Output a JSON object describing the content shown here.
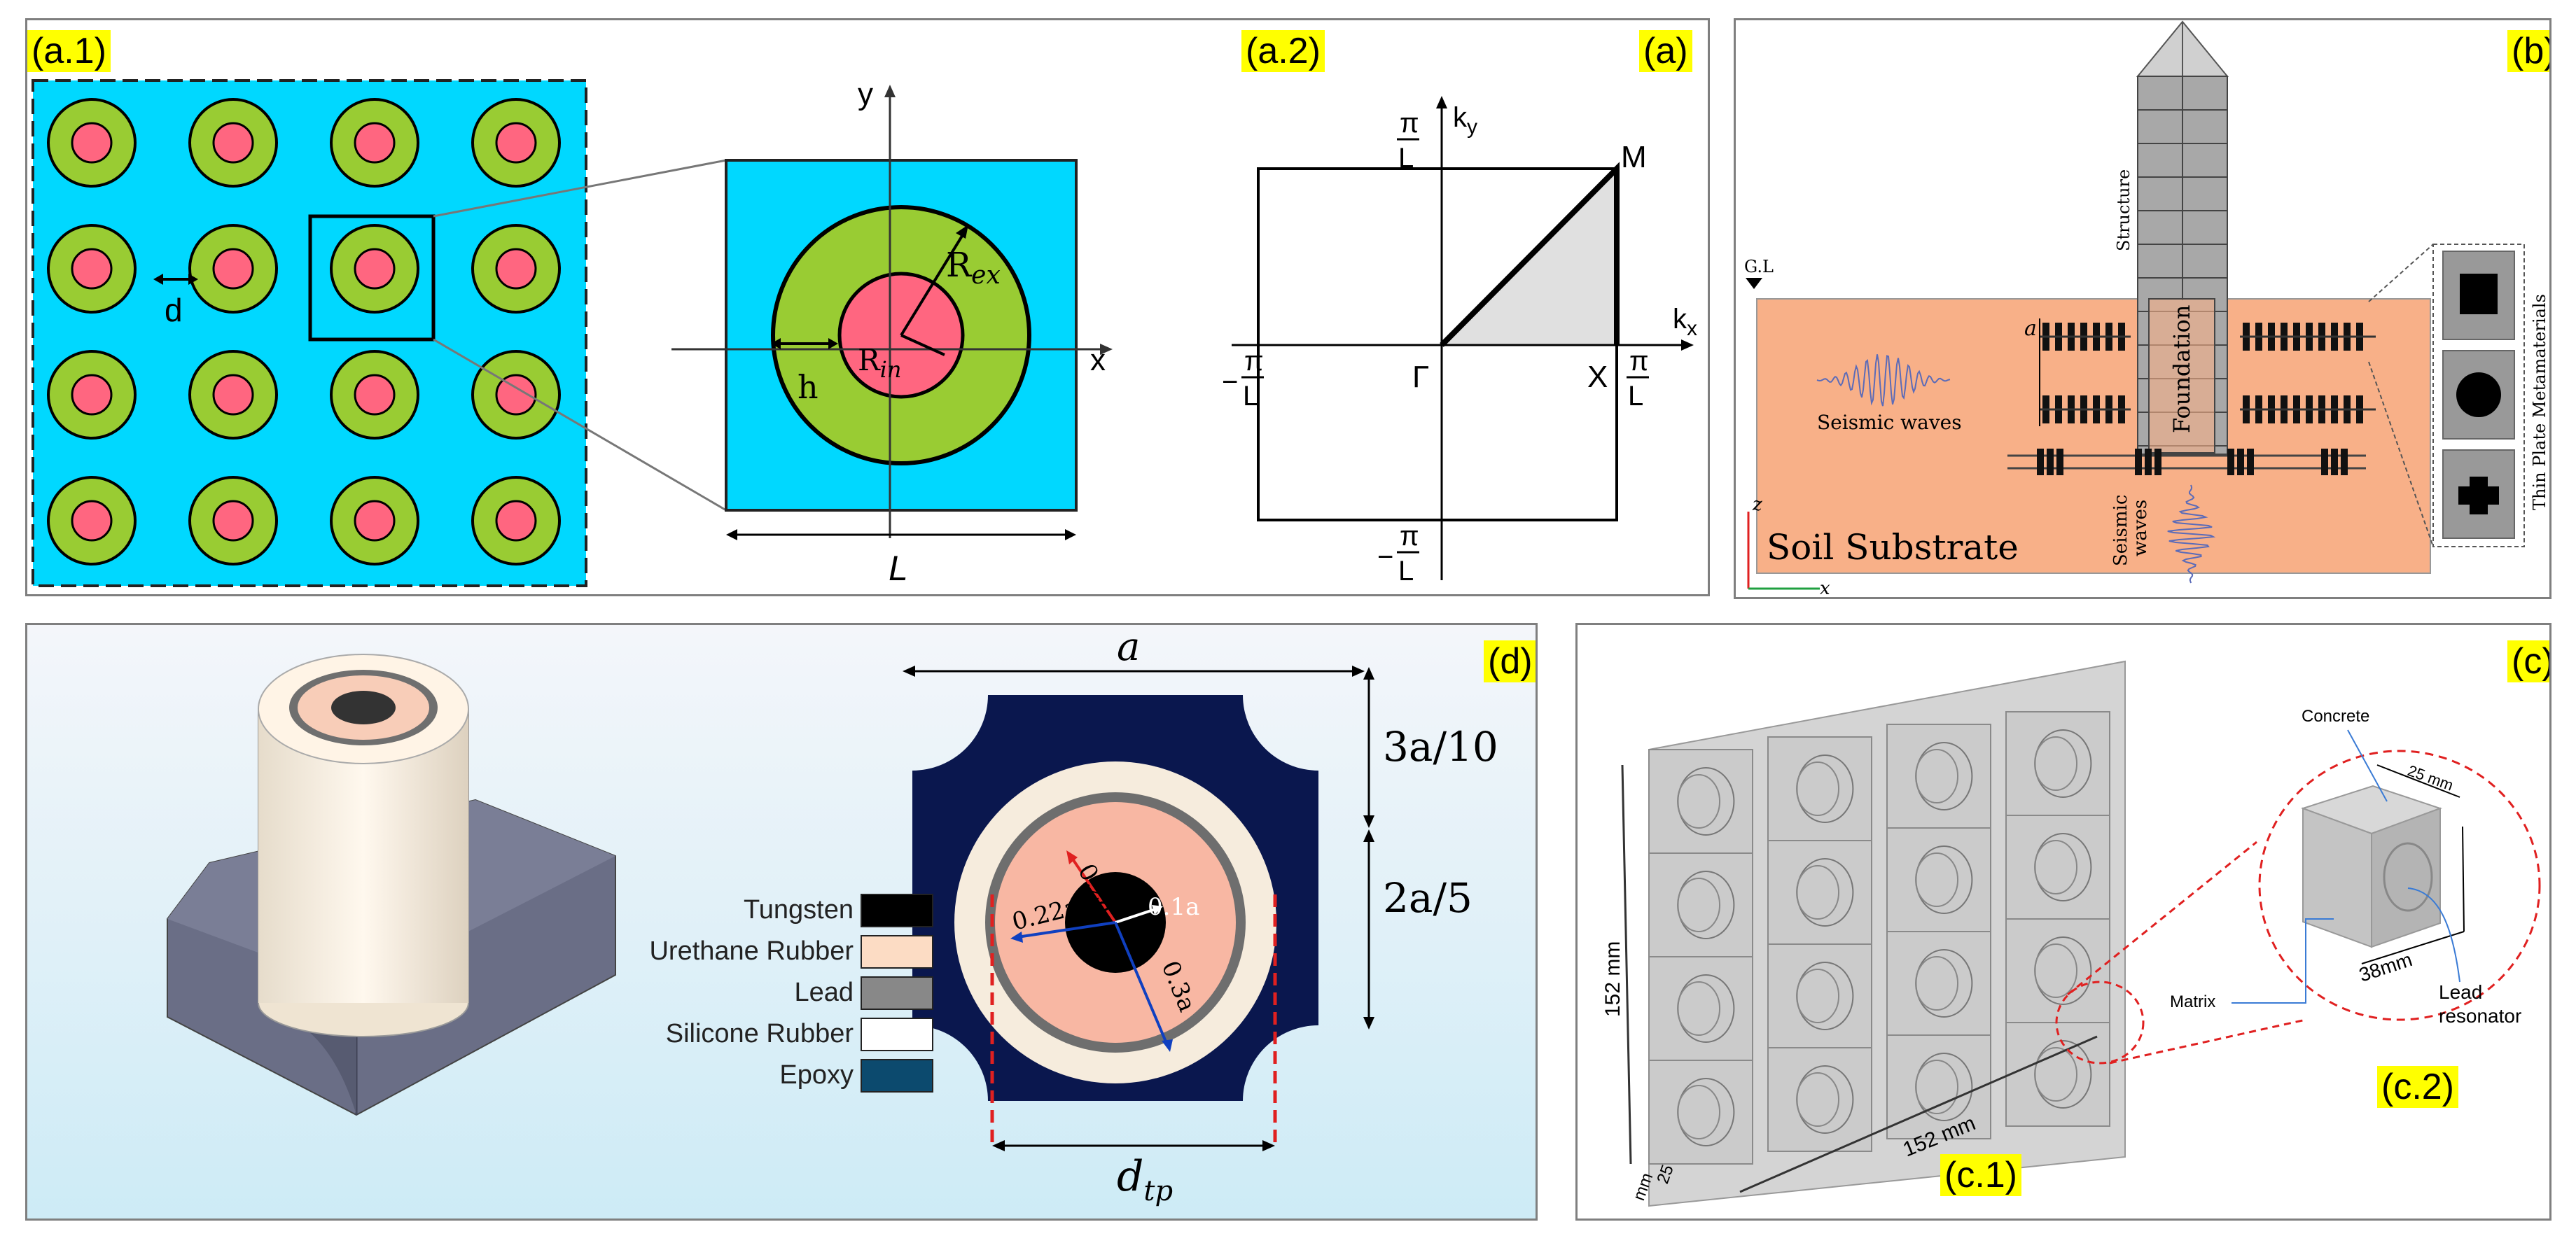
{
  "panel_a": {
    "tag": "(a)",
    "tag_a1": "(a.1)",
    "tag_a2": "(a.2)",
    "label_d": "d",
    "label_y": "y",
    "label_x": "x",
    "label_h": "h",
    "label_rex": "R",
    "label_rex_sub": "ex",
    "label_rin": "R",
    "label_rin_sub": "in",
    "label_L": "L",
    "bz_ky": "k",
    "bz_ky_sub": "y",
    "bz_kx": "k",
    "bz_kx_sub": "x",
    "bz_M": "M",
    "bz_gamma": "Γ",
    "bz_X": "X",
    "bz_pi": "π",
    "bz_L": "L",
    "bz_minus": "−",
    "colors": {
      "matrix": "#00d8ff",
      "coating": "#99cc33",
      "core": "#ff6680",
      "brillouin": "#e0e0e0"
    }
  },
  "panel_b": {
    "tag": "(b)",
    "gl": "G.L",
    "structure": "Structure",
    "foundation": "Foundation",
    "seismic_waves": "Seismic waves",
    "seismic": "Seismic",
    "waves": "waves",
    "soil": "Soil Substrate",
    "a": "a",
    "z": "z",
    "x": "x",
    "thin_plate": "Thin Plate Metamaterials",
    "colors": {
      "soil": "#f8b088",
      "wave": "#5b6bb8"
    }
  },
  "panel_c": {
    "tag": "(c)",
    "tag_c1": "(c.1)",
    "tag_c2": "(c.2)",
    "dim_height": "152 mm",
    "dim_width": "152 mm",
    "dim_depth": "25",
    "dim_depth_unit": "mm",
    "concrete": "Concrete",
    "dim_25mm": "25 mm",
    "dim_38mm": "38mm",
    "matrix": "Matrix",
    "lead": "Lead",
    "resonator": "resonator"
  },
  "panel_d": {
    "tag": "(d)",
    "a": "a",
    "dim_3a10": "3a/10",
    "dim_2a5": "2a/5",
    "r_02a": "0.2a",
    "r_022a": "0.22a",
    "r_01a": "0.1a",
    "r_03a": "0.3a",
    "dtp": "d",
    "dtp_sub": "tp",
    "legend": [
      {
        "label": "Tungsten",
        "color": "#000000"
      },
      {
        "label": "Urethane Rubber",
        "color": "#fcdcc4"
      },
      {
        "label": "Lead",
        "color": "#888888"
      },
      {
        "label": "Silicone Rubber",
        "color": "#ffffff"
      },
      {
        "label": "Epoxy",
        "color": "#0c4a6e"
      }
    ]
  }
}
